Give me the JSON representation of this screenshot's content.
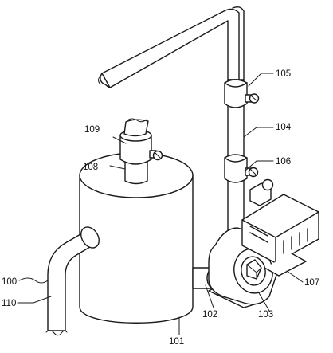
{
  "labels": {
    "l100": "100",
    "l101": "101",
    "l102": "102",
    "l103": "103",
    "l104": "104",
    "l105": "105",
    "l106": "106",
    "l107": "107",
    "l108": "108",
    "l109": "109",
    "l110": "110"
  }
}
